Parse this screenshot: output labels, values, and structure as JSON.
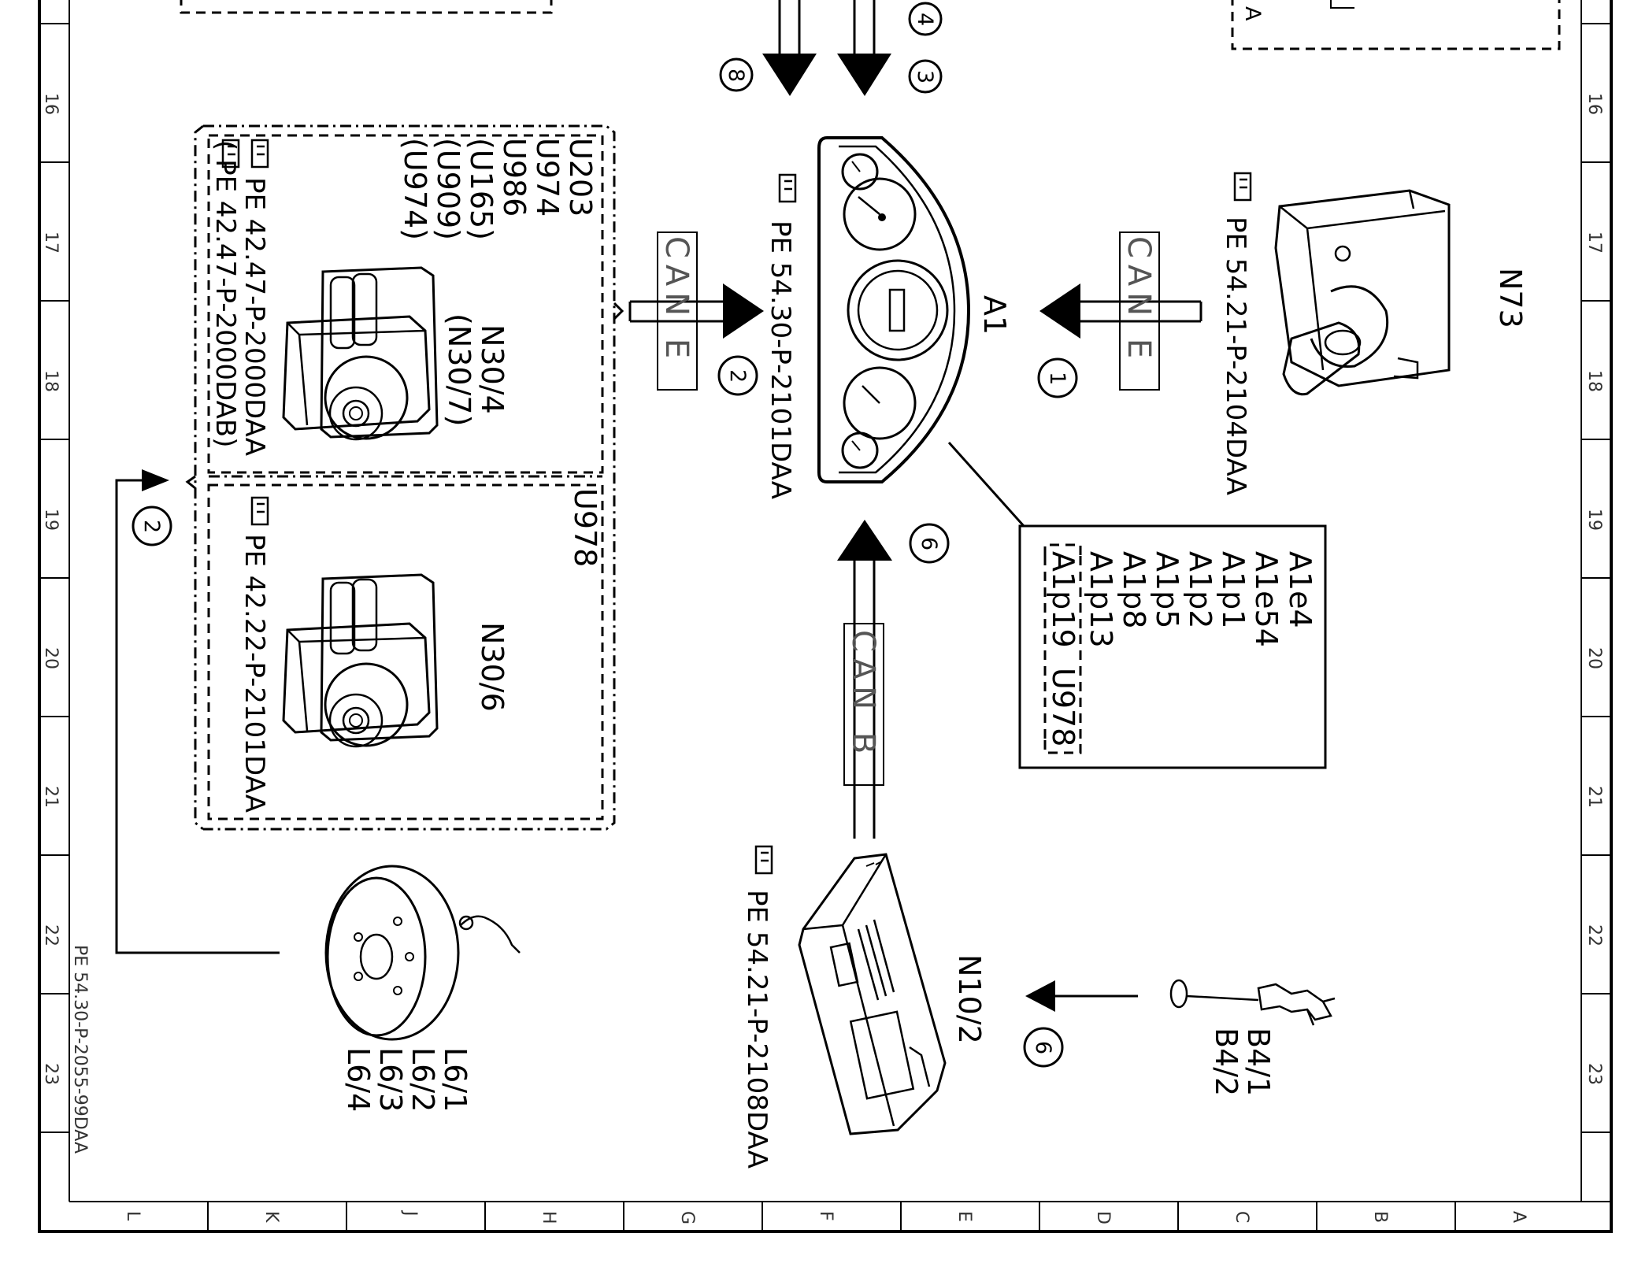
{
  "components": {
    "a1": {
      "id": "A1",
      "ref": "PE 54.30-P-2101DAA"
    },
    "n73": {
      "id": "N73",
      "ref": "PE 54.21-P-2104DAA"
    },
    "n30_4": {
      "id": "N30/4",
      "alt": "(N30/7)",
      "variants": [
        "U203",
        "U974",
        "U986",
        "(U165)",
        "(U909)",
        "(U974)"
      ],
      "ref1": "PE  42.47-P-2000DAA",
      "ref2": "(    PE  42.47-P-2000DAB)"
    },
    "n30_6": {
      "id": "N30/6",
      "variant": "U978",
      "ref": "PE  42.22-P-2101DAA"
    },
    "n10_2": {
      "id": "N10/2",
      "ref": "PE  54.21-P-2108DAA"
    },
    "wheel": {
      "ids": [
        "L6/1",
        "L6/2",
        "L6/3",
        "L6/4"
      ]
    },
    "sensor": {
      "ids": [
        "B4/1",
        "B4/2"
      ]
    }
  },
  "legend_box": {
    "items": [
      "A1e4",
      "A1e54",
      "A1p1",
      "A1p2",
      "A1p5",
      "A1p8",
      "A1p13"
    ],
    "last_item": "A1p19",
    "last_variant": "U978"
  },
  "buses": {
    "can_e_left": "CAN E",
    "can_e_right": "CAN E",
    "can_b": "CAN B"
  },
  "signals": {
    "s1": "1",
    "s2a": "2",
    "s2b": "2",
    "s3": "3",
    "s4": "4",
    "s6a": "6",
    "s6b": "6",
    "s8": "8"
  },
  "partial": {
    "top_right_letter": "A"
  },
  "frame": {
    "row_ticks": [
      "16",
      "17",
      "18",
      "19",
      "20",
      "21",
      "22",
      "23"
    ],
    "col_ticks": [
      "L",
      "K",
      "J",
      "H",
      "G",
      "F",
      "E",
      "D",
      "C",
      "B",
      "A"
    ],
    "doc_id": "PE 54.30-P-2055-99DAA"
  }
}
